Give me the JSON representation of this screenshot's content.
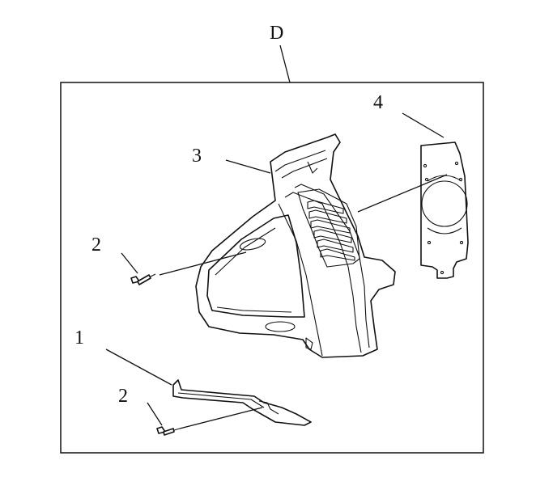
{
  "diagram": {
    "group_label": "D",
    "callouts": {
      "part_1": "1",
      "part_2_upper": "2",
      "part_2_lower": "2",
      "part_3": "3",
      "part_4": "4"
    }
  }
}
